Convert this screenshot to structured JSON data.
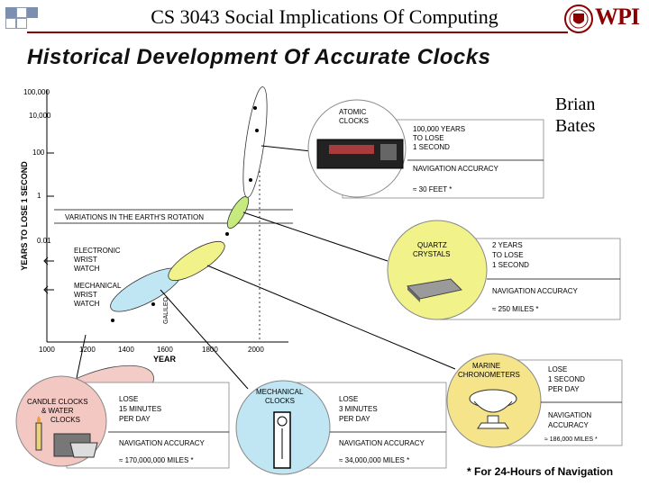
{
  "header": {
    "title": "CS 3043 Social Implications Of Computing",
    "logo_text": "WPI"
  },
  "slide_title": "Historical Development Of Accurate Clocks",
  "author": {
    "line1": "Brian",
    "line2": "Bates"
  },
  "chart": {
    "ylabel": "YEARS TO LOSE 1 SECOND",
    "xlabel": "YEAR",
    "y_ticks": [
      "100,000",
      "10,000",
      "100",
      "1",
      "0.01"
    ],
    "x_ticks": [
      "1000",
      "1200",
      "1400",
      "1600",
      "1800",
      "2000"
    ],
    "rotation_label": "VARIATIONS IN THE EARTH'S ROTATION",
    "electronic": [
      "ELECTRONIC",
      "WRIST",
      "WATCH"
    ],
    "mechanical": [
      "MECHANICAL",
      "WRIST",
      "WATCH"
    ],
    "galileo": "GALILEO"
  },
  "atomic": {
    "name": [
      "ATOMIC",
      "CLOCKS"
    ],
    "lose": [
      "100,000 YEARS",
      "TO LOSE",
      "1 SECOND"
    ],
    "nav": "NAVIGATION ACCURACY",
    "value": "≈ 30 FEET *"
  },
  "quartz": {
    "name": [
      "QUARTZ",
      "CRYSTALS"
    ],
    "lose": [
      "2 YEARS",
      "TO LOSE",
      "1 SECOND"
    ],
    "nav": "NAVIGATION ACCURACY",
    "value": "≈ 250 MILES *"
  },
  "marine": {
    "name": [
      "MARINE",
      "CHRONOMETERS"
    ],
    "lose": [
      "LOSE",
      "1 SECOND",
      "PER DAY"
    ],
    "nav": [
      "NAVIGATION",
      "ACCURACY"
    ],
    "value": "≈ 186,000 MILES *"
  },
  "candle": {
    "name": [
      "CANDLE CLOCKS",
      "& WATER",
      "CLOCKS"
    ],
    "lose": [
      "LOSE",
      "15 MINUTES",
      "PER DAY"
    ],
    "nav": "NAVIGATION ACCURACY",
    "value": "≈ 170,000,000 MILES *"
  },
  "mech": {
    "name": [
      "MECHANICAL",
      "CLOCKS"
    ],
    "lose": [
      "LOSE",
      "3 MINUTES",
      "PER DAY"
    ],
    "nav": "NAVIGATION ACCURACY",
    "value": "≈ 34,000,000 MILES *"
  },
  "footnote": "* For 24-Hours of Navigation",
  "colors": {
    "accent": "#8b0000",
    "atomic": "#ffffff",
    "quartz": "#f2f28a",
    "marine": "#f5e48a",
    "mech": "#bfe6f2",
    "candle": "#f3c7c2",
    "green": "#c6ea7e"
  }
}
